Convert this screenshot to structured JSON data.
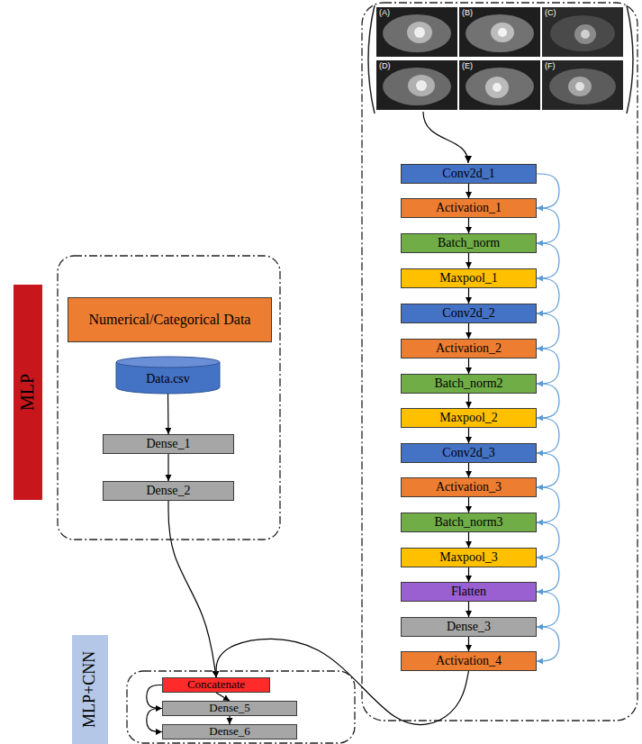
{
  "diagram": {
    "nodes": [
      {
        "text": [
          "MLP"
        ]
      },
      {
        "text": [
          "Numerical/Categorical Data"
        ],
        "in": 0
      },
      {
        "text": [
          "Data.csv"
        ],
        "in": 0
      },
      {
        "text": [
          "Dense_1"
        ],
        "in": 0
      },
      {
        "text": [
          "Dense_2"
        ],
        "in": 0
      },
      {
        "text": [
          "Conv2d_1"
        ]
      },
      {
        "text": [
          "Activation_1"
        ]
      },
      {
        "text": [
          "Batch_norm"
        ]
      },
      {
        "text": [
          "Maxpool_1"
        ]
      },
      {
        "text": [
          "Conv2d_2"
        ]
      },
      {
        "text": [
          "Activation_2"
        ]
      },
      {
        "text": [
          "Batch_norm2"
        ]
      },
      {
        "text": [
          "Maxpool_2"
        ]
      },
      {
        "text": [
          "Conv2d_3"
        ]
      },
      {
        "text": [
          "Activation_3"
        ]
      },
      {
        "text": [
          "Batch_norm3"
        ]
      },
      {
        "text": [
          "Maxpool_3"
        ]
      },
      {
        "text": [
          "Flatten"
        ]
      },
      {
        "text": [
          "Dense_3"
        ]
      },
      {
        "text": [
          "Activation_4"
        ]
      },
      {
        "text": [
          "MLP+CNN"
        ]
      },
      {
        "text": [
          "Concatenate"
        ],
        "in": 20
      },
      {
        "text": [
          "Dense_5"
        ],
        "in": 20
      },
      {
        "text": [
          "Dense_6"
        ],
        "in": 20
      }
    ],
    "edges": [
      {
        "from": 2,
        "to": 3,
        "arrow": "to"
      },
      {
        "from": 3,
        "to": 4,
        "arrow": "to"
      },
      {
        "from": 5,
        "to": 6,
        "arrow": "to"
      },
      {
        "from": 6,
        "to": 7,
        "arrow": "to"
      },
      {
        "from": 7,
        "to": 8,
        "arrow": "to"
      },
      {
        "from": 8,
        "to": 9,
        "arrow": "to"
      },
      {
        "from": 9,
        "to": 10,
        "arrow": "to"
      },
      {
        "from": 10,
        "to": 11,
        "arrow": "to"
      },
      {
        "from": 11,
        "to": 12,
        "arrow": "to"
      },
      {
        "from": 12,
        "to": 13,
        "arrow": "to"
      },
      {
        "from": 13,
        "to": 14,
        "arrow": "to"
      },
      {
        "from": 14,
        "to": 15,
        "arrow": "to"
      },
      {
        "from": 15,
        "to": 16,
        "arrow": "to"
      },
      {
        "from": 16,
        "to": 17,
        "arrow": "to"
      },
      {
        "from": 17,
        "to": 18,
        "arrow": "to"
      },
      {
        "from": 18,
        "to": 19,
        "arrow": "to"
      },
      {
        "from": 5,
        "to": 6,
        "arrow": "to"
      },
      {
        "from": 6,
        "to": 7,
        "arrow": "to"
      },
      {
        "from": 7,
        "to": 8,
        "arrow": "to"
      },
      {
        "from": 8,
        "to": 9,
        "arrow": "to"
      },
      {
        "from": 9,
        "to": 10,
        "arrow": "to"
      },
      {
        "from": 10,
        "to": 11,
        "arrow": "to"
      },
      {
        "from": 11,
        "to": 12,
        "arrow": "to"
      },
      {
        "from": 12,
        "to": 13,
        "arrow": "to"
      },
      {
        "from": 13,
        "to": 14,
        "arrow": "to"
      },
      {
        "from": 14,
        "to": 15,
        "arrow": "to"
      },
      {
        "from": 15,
        "to": 16,
        "arrow": "to"
      },
      {
        "from": 16,
        "to": 17,
        "arrow": "to"
      },
      {
        "from": 17,
        "to": 18,
        "arrow": "to"
      },
      {
        "from": 18,
        "to": 19,
        "arrow": "to"
      },
      {
        "from": 4,
        "to": 21,
        "arrow": "to"
      },
      {
        "from": 19,
        "to": 21,
        "arrow": "to"
      },
      {
        "from": 21,
        "to": 22,
        "arrow": "to"
      },
      {
        "from": 22,
        "to": 23,
        "arrow": "to"
      },
      {
        "from": 21,
        "to": 22,
        "arrow": "to"
      },
      {
        "from": 22,
        "to": 23,
        "arrow": "to"
      }
    ],
    "labels": [
      "(A)",
      "(B)",
      "(C)",
      "(D)",
      "(E)",
      "(F)"
    ]
  }
}
